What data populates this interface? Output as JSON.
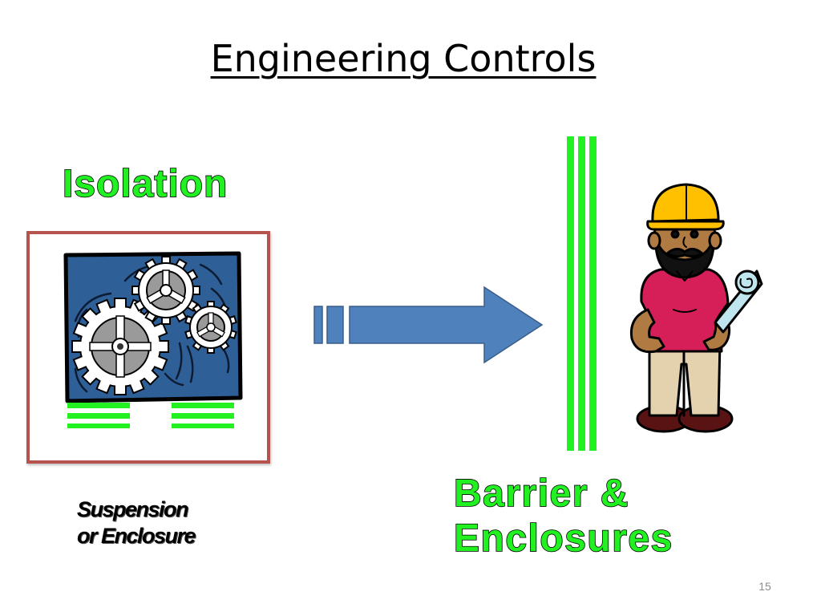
{
  "slide": {
    "title": "Engineering Controls",
    "page_number": "15"
  },
  "isolation": {
    "heading": "Isolation",
    "caption_line1": "Suspension",
    "caption_line2": "or Enclosure",
    "image_icon": "gears-machinery-icon",
    "box_color": "#b5534e"
  },
  "barrier": {
    "label_line1": "Barrier &",
    "label_line2": "Enclosures",
    "icon": "barrier-lines-icon",
    "worker_icon": "construction-worker-icon"
  },
  "arrow": {
    "icon": "right-arrow-icon",
    "color": "#4f81bd"
  },
  "colors": {
    "accent_green": "#21f021",
    "panel_blue": "#2e5f96",
    "hardhat": "#ffc000",
    "shirt": "#d61f58",
    "skin": "#b07a43"
  }
}
